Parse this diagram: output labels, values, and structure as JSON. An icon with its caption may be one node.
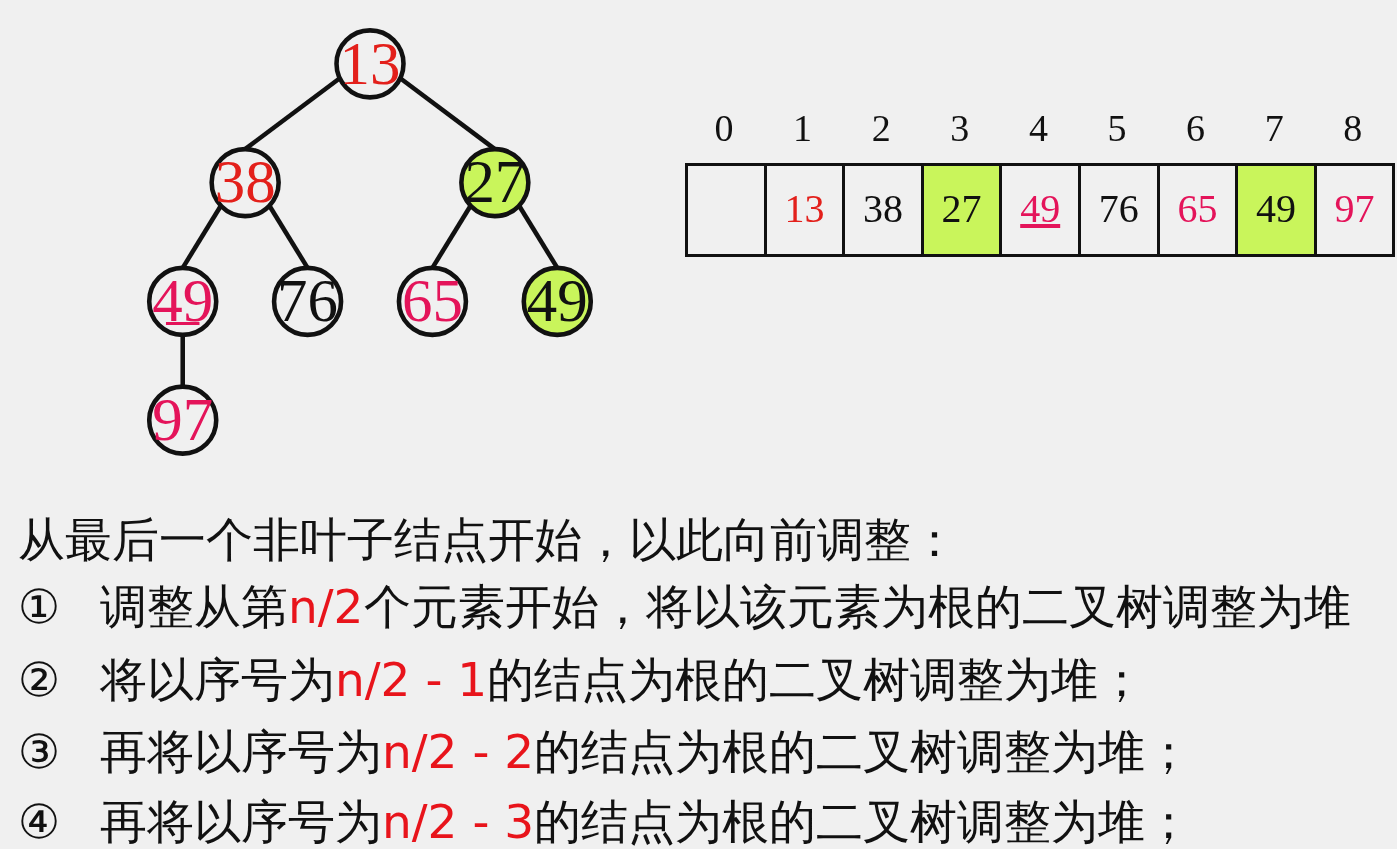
{
  "diagram": {
    "nodes": [
      {
        "text": [
          "13"
        ]
      },
      {
        "text": [
          "38"
        ]
      },
      {
        "text": [
          "27"
        ]
      },
      {
        "text": [
          "49"
        ]
      },
      {
        "text": [
          "76"
        ]
      },
      {
        "text": [
          "65"
        ]
      },
      {
        "text": [
          "49"
        ]
      },
      {
        "text": [
          "97"
        ]
      }
    ],
    "edges": [
      {
        "from": 0,
        "to": 1,
        "arrow": "none"
      },
      {
        "from": 0,
        "to": 2,
        "arrow": "none"
      },
      {
        "from": 1,
        "to": 3,
        "arrow": "none"
      },
      {
        "from": 1,
        "to": 4,
        "arrow": "none"
      },
      {
        "from": 2,
        "to": 5,
        "arrow": "none"
      },
      {
        "from": 2,
        "to": 6,
        "arrow": "none"
      },
      {
        "from": 3,
        "to": 7,
        "arrow": "none"
      }
    ],
    "labels": [
      "0",
      "1",
      "2",
      "3",
      "4",
      "5",
      "6",
      "7",
      "8",
      "13",
      "38",
      "27",
      "49",
      "76",
      "65",
      "49",
      "97",
      "从最后一个非叶子结点开始，以此向前调整：",
      "① 调整从第n/2个元素开始，将以该元素为根的二叉树调整为堆",
      "② 将以序号为n/2 - 1的结点为根的二叉树调整为堆；",
      "③ 再将以序号为n/2 - 2的结点为根的二叉树调整为堆；",
      "④ 再将以序号为n/2 - 3的结点为根的二叉树调整为堆；"
    ]
  }
}
